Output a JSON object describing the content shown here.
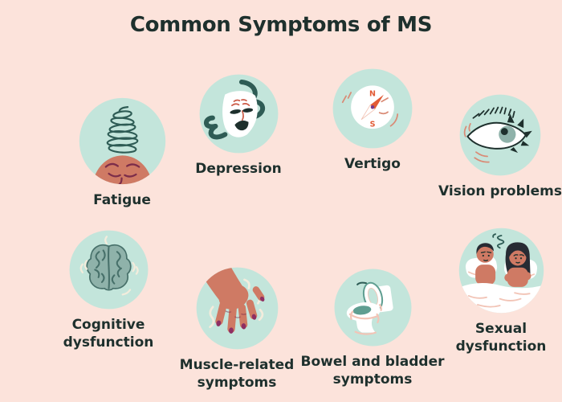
{
  "title": "Common Symptoms of MS",
  "colors": {
    "background": "#fce3db",
    "circle_fill": "#c3e5db",
    "ink": "#1e302d",
    "dark_teal": "#2e5c55",
    "skin": "#cf7a64",
    "maroon": "#7c2d4a",
    "nail_magenta": "#8e2f63",
    "compass_orange": "#e25b35",
    "compass_purple": "#73398b",
    "pink_accent": "#d98b76",
    "pink_soft": "#f2c4b6",
    "water_teal": "#5f9e91",
    "brain_fill": "#8fb2aa",
    "brain_line": "#47706a",
    "brow_red": "#cc5b47",
    "cream": "#f3ecdc",
    "hair": "#272b33",
    "white": "#ffffff"
  },
  "items": [
    {
      "id": "fatigue",
      "label": "Fatigue",
      "icon": "fatigue-head-spiral-icon"
    },
    {
      "id": "depression",
      "label": "Depression",
      "icon": "sad-mask-icon"
    },
    {
      "id": "vertigo",
      "label": "Vertigo",
      "icon": "spinning-compass-icon",
      "compass": {
        "north_label": "N",
        "south_label": "S"
      }
    },
    {
      "id": "vision",
      "label": "Vision problems",
      "icon": "eye-icon"
    },
    {
      "id": "cognitive",
      "label": "Cognitive dysfunction",
      "icon": "brain-icon"
    },
    {
      "id": "muscle",
      "label": "Muscle-related symptoms",
      "icon": "limp-hand-icon"
    },
    {
      "id": "bowel",
      "label": "Bowel and bladder symptoms",
      "icon": "toilet-icon"
    },
    {
      "id": "sexual",
      "label": "Sexual dysfunction",
      "icon": "couple-in-bed-icon"
    }
  ]
}
